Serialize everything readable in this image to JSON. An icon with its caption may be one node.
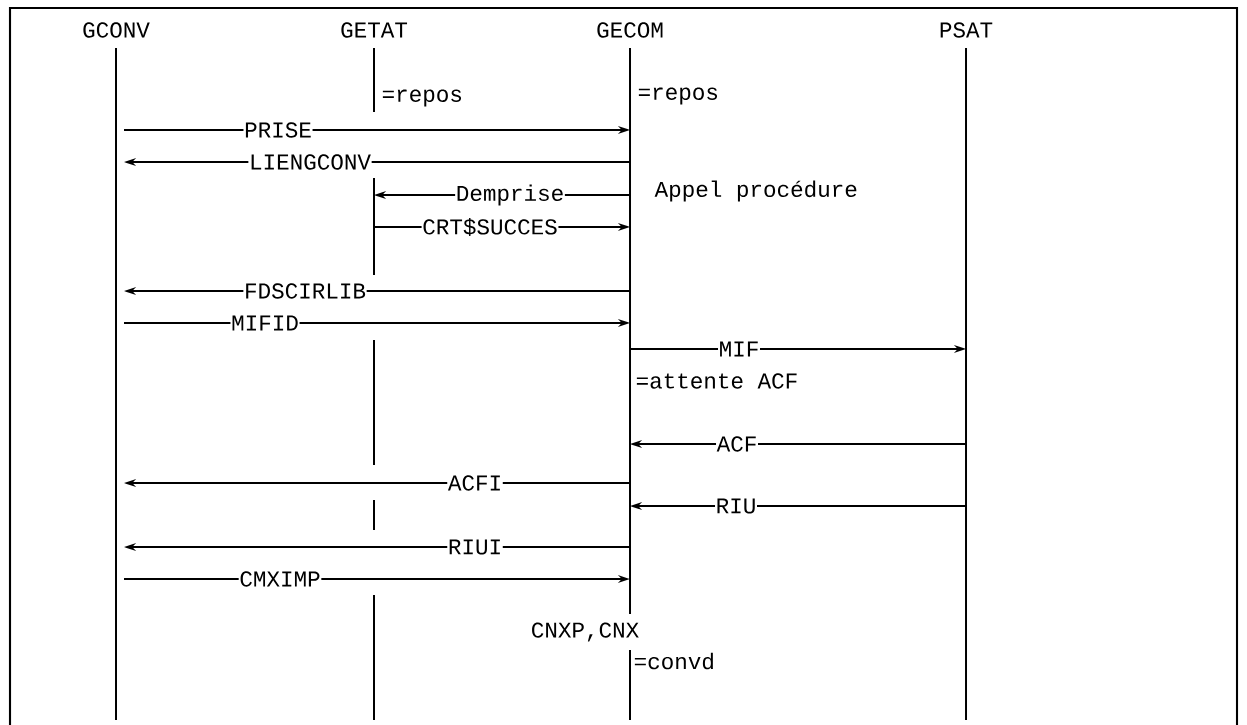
{
  "diagram": {
    "nodes": [
      {
        "text": [
          "GCONV"
        ]
      },
      {
        "text": [
          "GETAT"
        ]
      },
      {
        "text": [
          "GECOM"
        ]
      },
      {
        "text": [
          "PSAT"
        ]
      }
    ],
    "edges": [
      {
        "from": 0,
        "to": 2,
        "arrow": "to",
        "label": "PRISE"
      },
      {
        "from": 2,
        "to": 0,
        "arrow": "to",
        "label": "LIENGCONV"
      },
      {
        "from": 2,
        "to": 1,
        "arrow": "to",
        "label": "Demprise"
      },
      {
        "from": 1,
        "to": 2,
        "arrow": "to",
        "label": "CRT$SUCCES"
      },
      {
        "from": 2,
        "to": 0,
        "arrow": "to",
        "label": "FDSCIRLIB"
      },
      {
        "from": 0,
        "to": 2,
        "arrow": "to",
        "label": "MIFID"
      },
      {
        "from": 2,
        "to": 3,
        "arrow": "to",
        "label": "MIF"
      },
      {
        "from": 3,
        "to": 2,
        "arrow": "to",
        "label": "ACF"
      },
      {
        "from": 2,
        "to": 0,
        "arrow": "to",
        "label": "ACFI"
      },
      {
        "from": 3,
        "to": 2,
        "arrow": "to",
        "label": "RIU"
      },
      {
        "from": 2,
        "to": 0,
        "arrow": "to",
        "label": "RIUI"
      },
      {
        "from": 0,
        "to": 2,
        "arrow": "to",
        "label": "CMXIMP"
      }
    ],
    "labels": [
      "=repos",
      "=repos",
      "Appel procédure",
      "=attente ACF",
      "CNXP,CNX",
      "=convd"
    ]
  }
}
